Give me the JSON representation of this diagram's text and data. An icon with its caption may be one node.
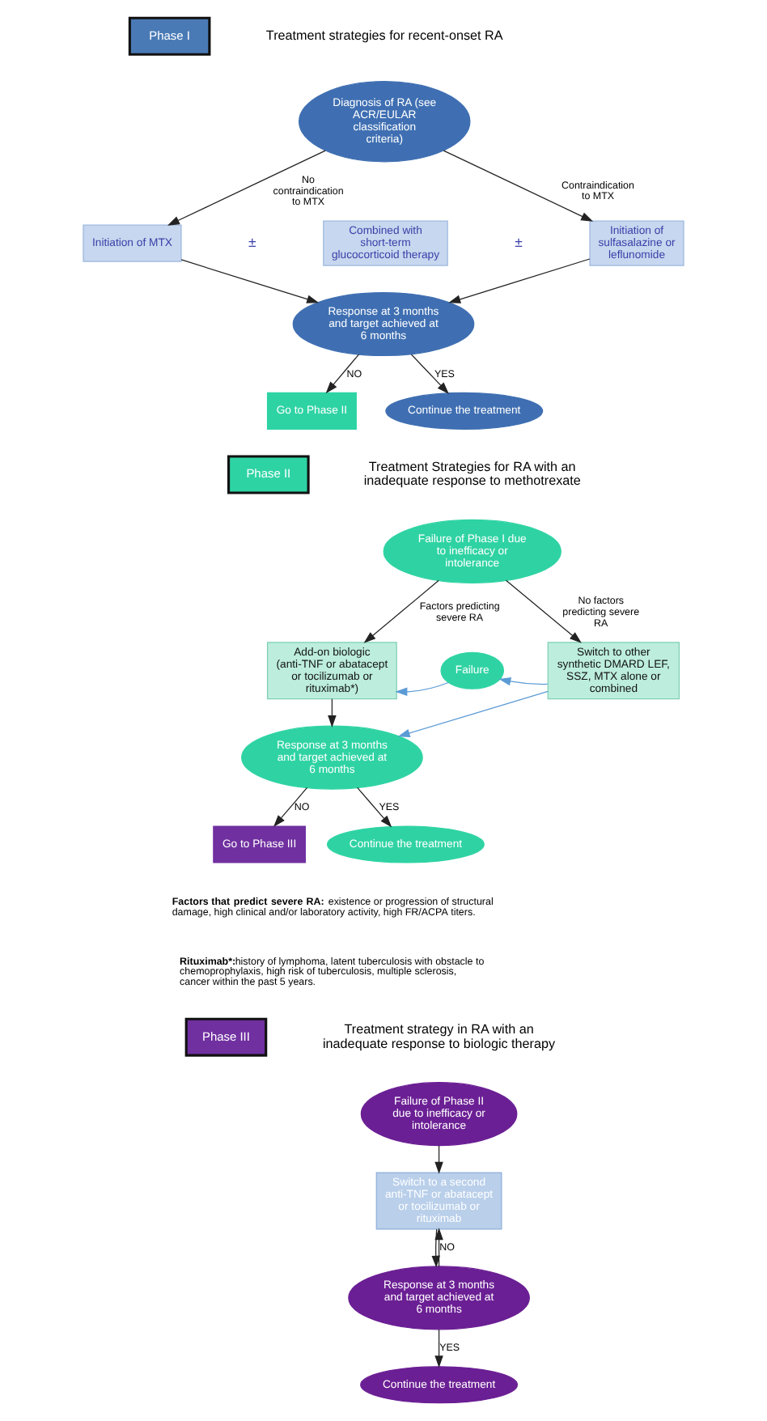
{
  "diagram": {
    "nodes": [
      {
        "text": [
          "Phase I"
        ]
      },
      {
        "text": [
          "Diagnosis of RA (see ACR/EULAR classification criteria)"
        ]
      },
      {
        "text": [
          "Initiation of MTX"
        ]
      },
      {
        "text": [
          "Combined with short-term glucocorticoid therapy"
        ]
      },
      {
        "text": [
          "Initiation of sulfasalazine or leflunomide"
        ]
      },
      {
        "text": [
          "Response at 3 months and target achieved at 6 months"
        ]
      },
      {
        "text": [
          "Go to Phase II"
        ]
      },
      {
        "text": [
          "Continue the treatment"
        ]
      },
      {
        "text": [
          "Phase II"
        ]
      },
      {
        "text": [
          "Failure of Phase I due to inefficacy or intolerance"
        ]
      },
      {
        "text": [
          "Add-on biologic (anti-TNF or abatacept or tocilizumab or rituximab*)"
        ]
      },
      {
        "text": [
          "Failure"
        ]
      },
      {
        "text": [
          "Switch to other synthetic DMARD LEF, SSZ, MTX alone or combined"
        ]
      },
      {
        "text": [
          "Response at 3 months and target achieved at 6 months"
        ]
      },
      {
        "text": [
          "Go to Phase III"
        ]
      },
      {
        "text": [
          "Continue the treatment"
        ]
      },
      {
        "text": [
          "Phase III"
        ]
      },
      {
        "text": [
          "Failure of Phase II due to inefficacy or intolerance"
        ]
      },
      {
        "text": [
          "Switch to a second anti-TNF or abatacept or tocilizumab or rituximab"
        ]
      },
      {
        "text": [
          "Response at 3 months and target achieved at 6 months"
        ]
      },
      {
        "text": [
          "Continue the treatment"
        ]
      }
    ],
    "edges": [
      {
        "from": 1,
        "to": 2,
        "arrow": "to",
        "label": "No contraindication to MTX"
      },
      {
        "from": 1,
        "to": 4,
        "arrow": "to",
        "label": "Contraindication to MTX"
      },
      {
        "from": 2,
        "to": 5,
        "arrow": "to"
      },
      {
        "from": 4,
        "to": 5,
        "arrow": "to"
      },
      {
        "from": 5,
        "to": 6,
        "arrow": "to",
        "label": "NO"
      },
      {
        "from": 5,
        "to": 7,
        "arrow": "to",
        "label": "YES"
      },
      {
        "from": 9,
        "to": 10,
        "arrow": "to",
        "label": "Factors predicting severe RA"
      },
      {
        "from": 9,
        "to": 12,
        "arrow": "to",
        "label": "No factors predicting severe RA"
      },
      {
        "from": 12,
        "to": 11,
        "arrow": "to",
        "color": "#5b9bd5"
      },
      {
        "from": 11,
        "to": 10,
        "arrow": "to",
        "color": "#5b9bd5"
      },
      {
        "from": 10,
        "to": 13,
        "arrow": "to"
      },
      {
        "from": 12,
        "to": 13,
        "arrow": "to",
        "color": "#5b9bd5"
      },
      {
        "from": 13,
        "to": 14,
        "arrow": "to",
        "label": "NO"
      },
      {
        "from": 13,
        "to": 15,
        "arrow": "to",
        "label": "YES"
      },
      {
        "from": 17,
        "to": 18,
        "arrow": "to"
      },
      {
        "from": 18,
        "to": 19,
        "arrow": "to"
      },
      {
        "from": 19,
        "to": 18,
        "arrow": "to",
        "label": "NO"
      },
      {
        "from": 19,
        "to": 20,
        "arrow": "to",
        "label": "YES"
      }
    ],
    "labels": [
      "Treatment strategies for recent-onset RA",
      "±",
      "±",
      "Treatment Strategies for RA with an inadequate response to methotrexate",
      "**Factors that predict severe RA:** existence or progression of structural damage, high clinical and/or laboratory activity, high FR/ACPA titers.",
      "**Rituximab*:**history of lymphoma, latent tuberculosis with obstacle to chemoprophylaxis, high risk of tuberculosis, multiple sclerosis, cancer within the past 5 years.",
      "Treatment strategy in RA with an inadequate response to biologic therapy"
    ]
  }
}
